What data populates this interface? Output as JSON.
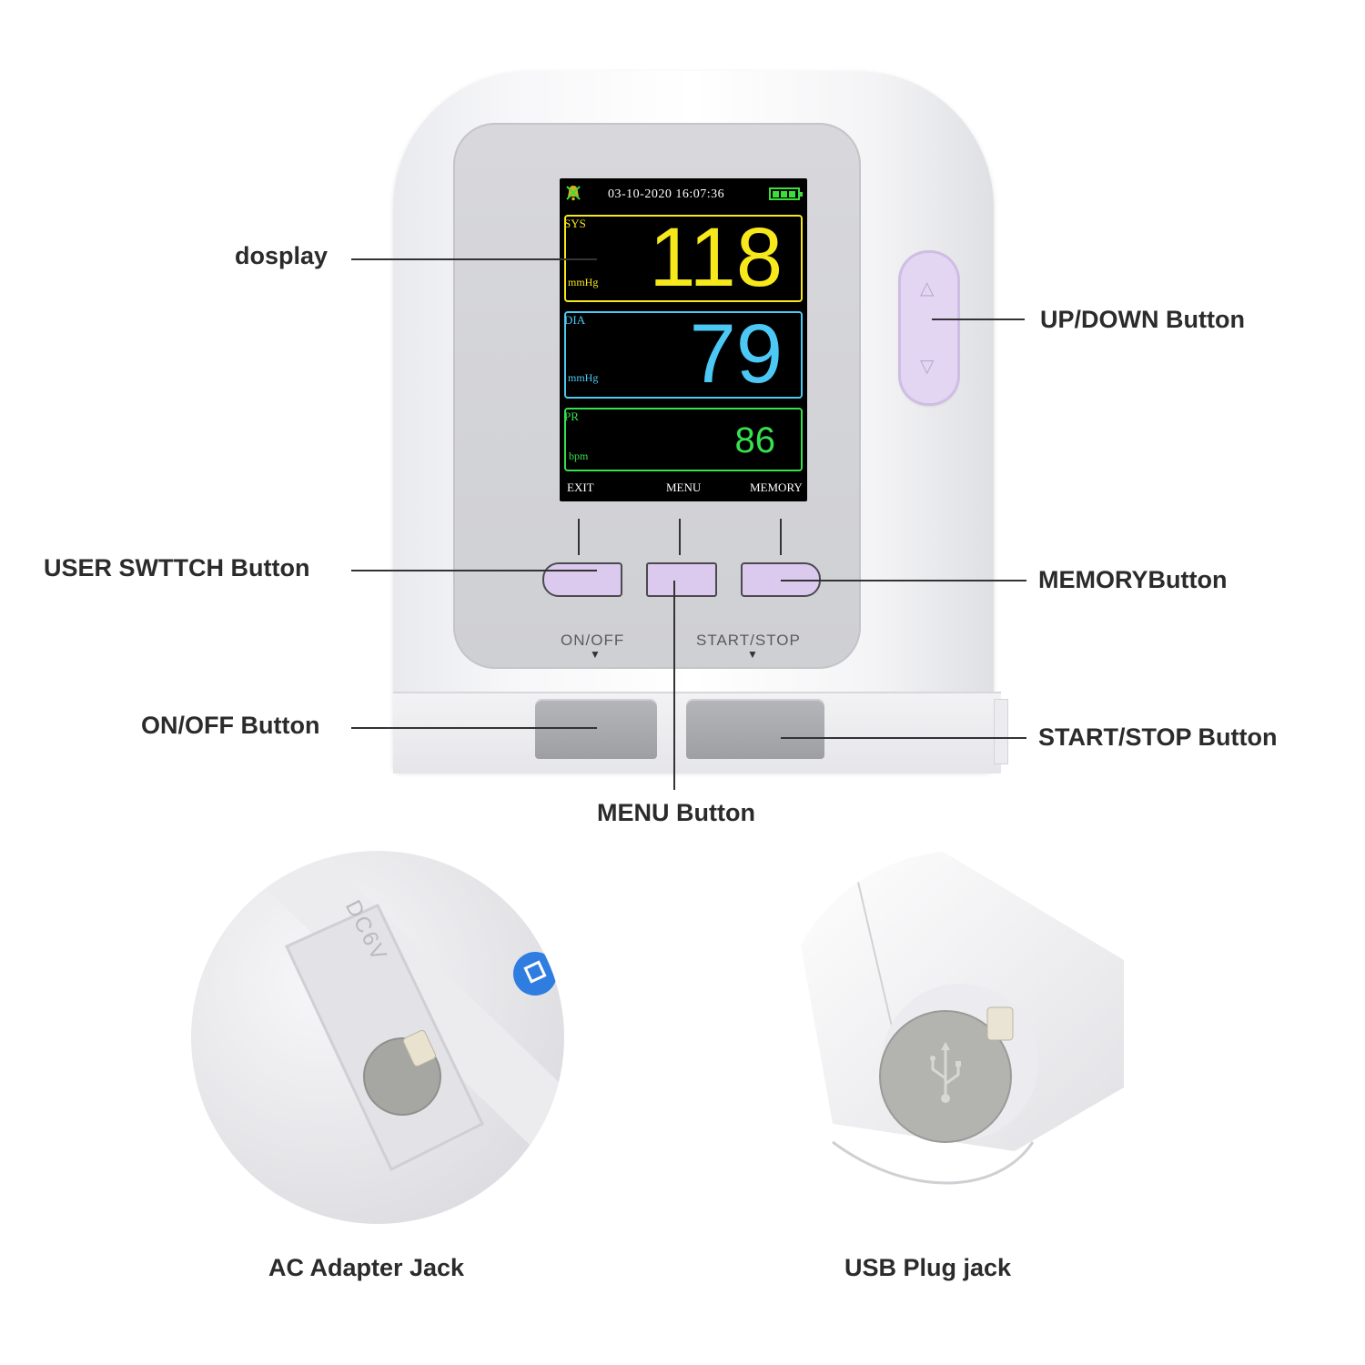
{
  "screen": {
    "datetime": "03-10-2020 16:07:36",
    "sys_label": "SYS",
    "sys_value": "118",
    "sys_unit": "mmHg",
    "dia_label": "DIA",
    "dia_value": "79",
    "dia_unit": "mmHg",
    "pr_label": "PR",
    "pr_value": "86",
    "pr_unit": "bpm",
    "softkeys": [
      "EXIT",
      "MENU",
      "MEMORY"
    ]
  },
  "panel_labels": {
    "on_off": "ON/OFF",
    "start_stop": "START/STOP"
  },
  "callouts": {
    "display": "dosplay",
    "up_down": "UP/DOWN Button",
    "user_switch": "USER SWTTCH Button",
    "memory": "MEMORYButton",
    "on_off": "ON/OFF Button",
    "start_stop": "START/STOP Button",
    "menu": "MENU Button"
  },
  "photos": {
    "ac_marking": "DC6V",
    "ac_label": "AC Adapter Jack",
    "usb_label": "USB Plug jack"
  },
  "colors": {
    "sys": "#f6e81a",
    "dia": "#4cc8f4",
    "pr": "#37e04e",
    "button_lilac": "#dcc9ee"
  },
  "icons": [
    "alarm-off-icon",
    "battery-icon",
    "up-arrow-icon",
    "down-arrow-icon",
    "usb-icon",
    "double-insulation-icon"
  ]
}
